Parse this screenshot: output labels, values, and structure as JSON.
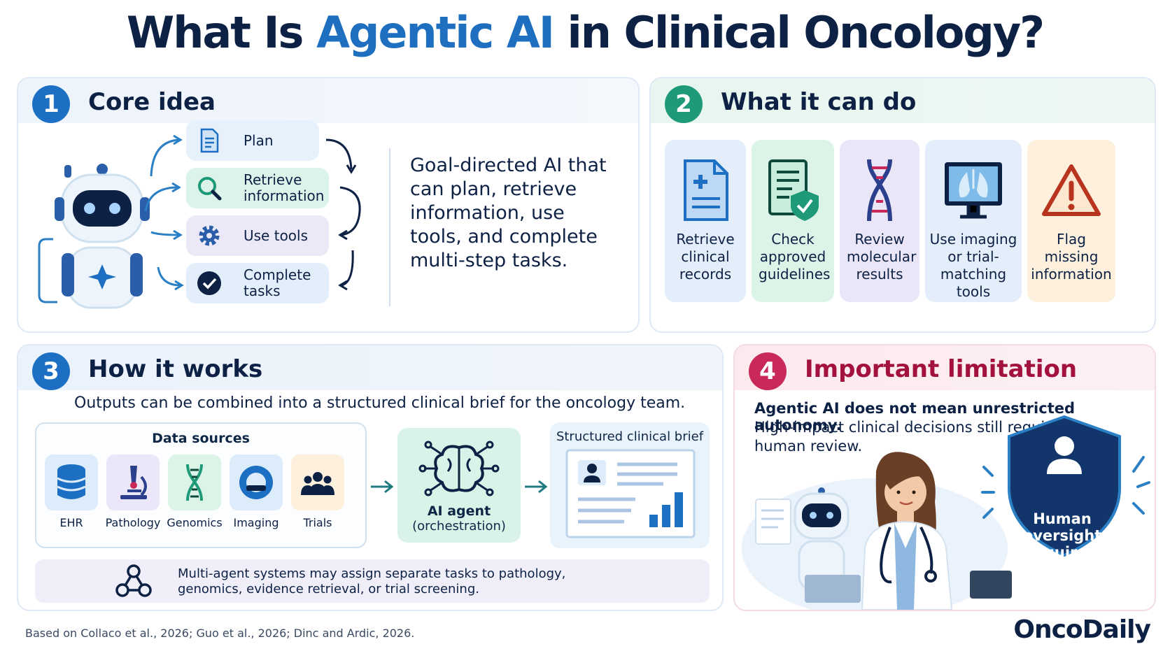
{
  "title": {
    "prefix": "What Is ",
    "accent": "Agentic AI",
    "suffix": " in Clinical Oncology?"
  },
  "panel1": {
    "number": "1",
    "title": "Core idea",
    "steps": [
      "Plan",
      "Retrieve information",
      "Use tools",
      "Complete tasks"
    ],
    "description": "Goal-directed AI that can plan, retrieve information, use tools, and complete multi-step tasks."
  },
  "panel2": {
    "number": "2",
    "title": "What it can do",
    "items": [
      "Retrieve clinical records",
      "Check approved guidelines",
      "Review molecular results",
      "Use imaging or trial-matching tools",
      "Flag missing information"
    ]
  },
  "panel3": {
    "number": "3",
    "title": "How it works",
    "subtitle": "Outputs can be combined into a structured clinical brief for the oncology team.",
    "data_sources_title": "Data sources",
    "sources": [
      "EHR",
      "Pathology",
      "Genomics",
      "Imaging",
      "Trials"
    ],
    "agent_name": "AI agent",
    "agent_sub": "(orchestration)",
    "brief_title": "Structured clinical brief",
    "multi_agent": "Multi-agent systems may assign separate tasks to pathology, genomics, evidence retrieval, or trial screening."
  },
  "panel4": {
    "number": "4",
    "title": "Important limitation",
    "bold": "Agentic AI does not mean unrestricted autonomy.",
    "text": "High-impact clinical decisions still require human review.",
    "shield": "Human oversight required"
  },
  "footer": {
    "reference": "Based on Collaco et al., 2026; Guo et al., 2026; Dinc and Ardic, 2026.",
    "brand": "OncoDaily"
  },
  "colors": {
    "navy": "#0d2145",
    "blue": "#1d6fc3",
    "green": "#1f9a78",
    "crimson": "#c8295a"
  }
}
